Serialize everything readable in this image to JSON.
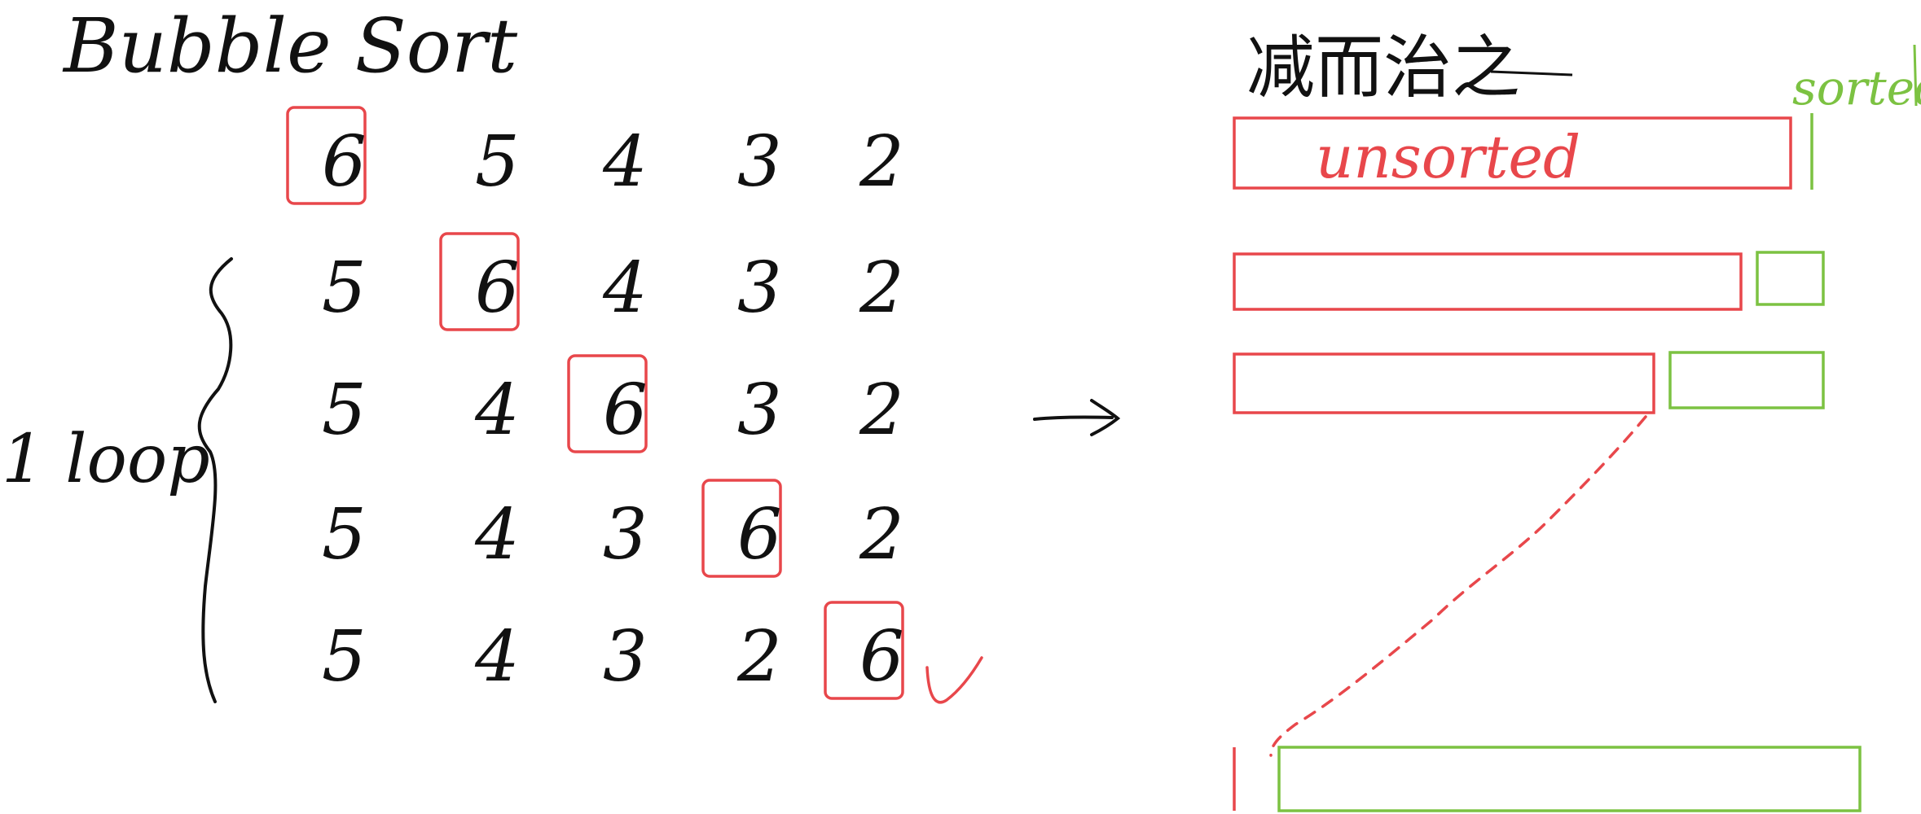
{
  "title": "Bubble Sort",
  "cjk_title": "减而治之",
  "loop_label": "1 loop",
  "initial_row": [
    "6",
    "5",
    "4",
    "3",
    "2"
  ],
  "passes": [
    {
      "values": [
        "5",
        "6",
        "4",
        "3",
        "2"
      ],
      "highlight": 1
    },
    {
      "values": [
        "5",
        "4",
        "6",
        "3",
        "2"
      ],
      "highlight": 2
    },
    {
      "values": [
        "5",
        "4",
        "3",
        "6",
        "2"
      ],
      "highlight": 3
    },
    {
      "values": [
        "5",
        "4",
        "3",
        "2",
        "6"
      ],
      "highlight": 4
    }
  ],
  "initial_highlight": 0,
  "labels": {
    "unsorted": "unsorted",
    "sorted": "sorted"
  },
  "colors": {
    "ink": "#111111",
    "unsorted": "#e8474b",
    "sorted": "#7cc242"
  },
  "bars": [
    {
      "unsorted_fraction": 1.0,
      "sorted_fraction": 0.0
    },
    {
      "unsorted_fraction": 0.9,
      "sorted_fraction": 0.1
    },
    {
      "unsorted_fraction": 0.75,
      "sorted_fraction": 0.25
    },
    {
      "unsorted_fraction": 0.0,
      "sorted_fraction": 1.0
    }
  ]
}
